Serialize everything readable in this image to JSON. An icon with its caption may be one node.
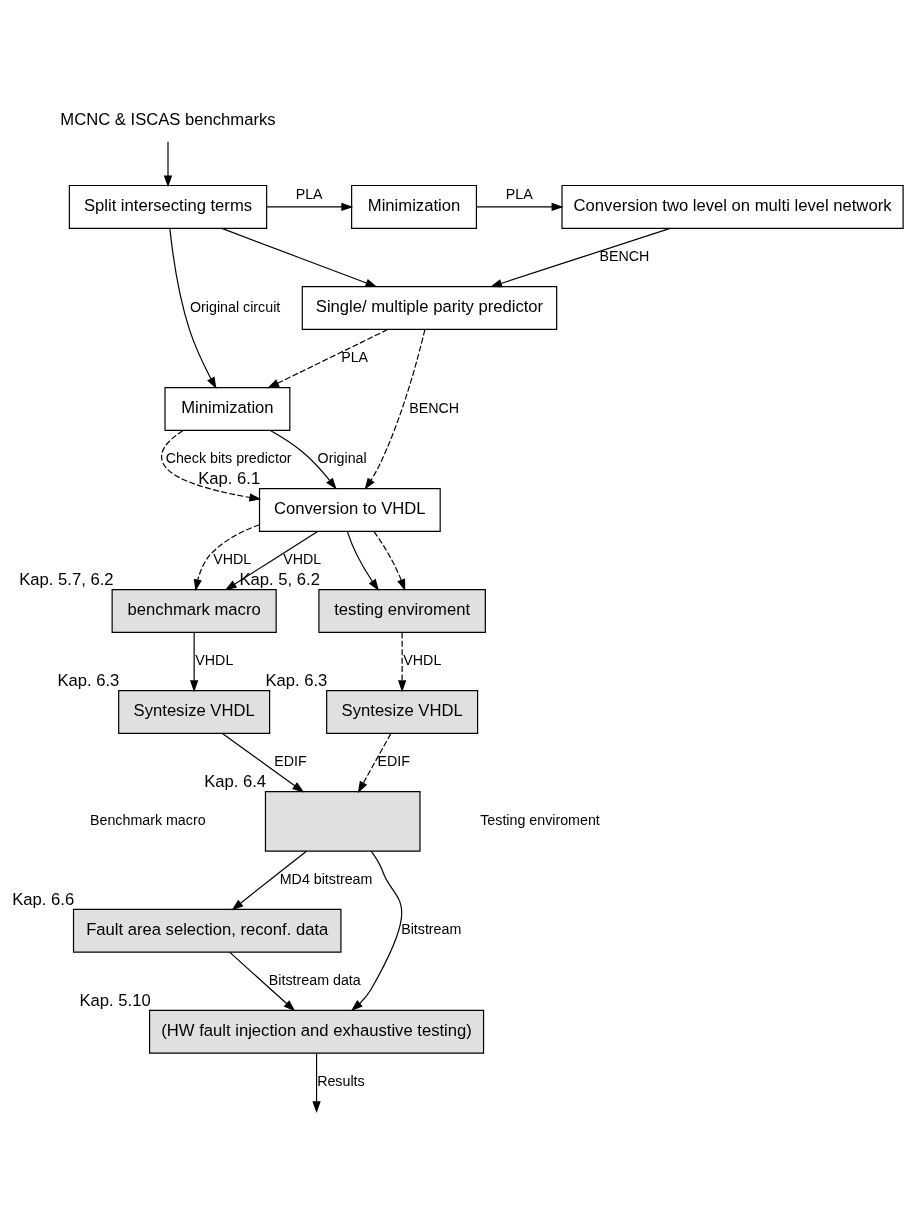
{
  "diagram": {
    "nodes": [
      {
        "text": [
          "Split intersecting terms"
        ]
      },
      {
        "text": [
          "Minimization"
        ]
      },
      {
        "text": [
          "Conversion two level on multi level network"
        ]
      },
      {
        "text": [
          "MCNC & ISCAS benchmarks"
        ]
      },
      {
        "text": [
          "Single/ multiple parity predictor"
        ]
      },
      {
        "text": [
          "Minimization"
        ]
      },
      {
        "text": [
          "Conversion to VHDL"
        ],
        "beside": [
          "Kap. 6.1"
        ]
      },
      {
        "text": [
          "benchmark macro"
        ],
        "beside": [
          "Kap. 5.7, 6.2"
        ]
      },
      {
        "text": [
          "testing enviroment"
        ],
        "beside": [
          "Kap. 5, 6.2"
        ]
      },
      {
        "text": [
          "Syntesize VHDL"
        ],
        "beside": [
          "Kap. 6.3"
        ]
      },
      {
        "text": [
          "Syntesize VHDL"
        ],
        "beside": [
          "Kap. 6.3"
        ]
      },
      {
        "text": [],
        "shape": "box",
        "beside": [
          "Kap. 6.4"
        ]
      },
      {
        "text": [
          "Fault area selection, reconf. data"
        ],
        "beside": [
          "Kap. 6.6"
        ]
      },
      {
        "text": [
          "(HW fault injection and exhaustive testing)"
        ],
        "beside": [
          "Kap. 5.10"
        ]
      }
    ],
    "edges": [
      {
        "from": 3,
        "to": 0,
        "arrow": "to"
      },
      {
        "from": 0,
        "to": 1,
        "arrow": "to",
        "label": "PLA"
      },
      {
        "from": 1,
        "to": 2,
        "arrow": "to",
        "label": "PLA"
      },
      {
        "from": 2,
        "to": 4,
        "arrow": "to",
        "label": "BENCH"
      },
      {
        "from": 0,
        "to": 4,
        "arrow": "to"
      },
      {
        "from": 0,
        "to": 5,
        "arrow": "to",
        "label": "Original circuit"
      },
      {
        "from": 4,
        "to": 5,
        "arrow": "to",
        "label": "PLA",
        "style": "dashed"
      },
      {
        "from": 4,
        "to": 6,
        "arrow": "to",
        "label": "BENCH",
        "style": "dashed"
      },
      {
        "from": 5,
        "to": 6,
        "arrow": "to",
        "label": "Original"
      },
      {
        "from": 5,
        "to": 6,
        "arrow": "to",
        "label": "Check bits predictor",
        "style": "dashed"
      },
      {
        "from": 6,
        "to": 7,
        "arrow": "to",
        "label": "VHDL"
      },
      {
        "from": 6,
        "to": 8,
        "arrow": "to"
      },
      {
        "from": 6,
        "to": 7,
        "arrow": "to",
        "label": "VHDL",
        "style": "dashed"
      },
      {
        "from": 6,
        "to": 8,
        "arrow": "to",
        "style": "dashed"
      },
      {
        "from": 7,
        "to": 9,
        "arrow": "to",
        "label": "VHDL"
      },
      {
        "from": 8,
        "to": 10,
        "arrow": "to",
        "label": "VHDL",
        "style": "dashed"
      },
      {
        "from": 9,
        "to": 11,
        "arrow": "to",
        "label": "EDIF"
      },
      {
        "from": 10,
        "to": 11,
        "arrow": "to",
        "label": "EDIF",
        "style": "dashed"
      },
      {
        "from": 11,
        "to": 13,
        "arrow": "to",
        "label": "Bitstream"
      },
      {
        "from": 11,
        "to": 12,
        "arrow": "to",
        "label": "MD4 bitstream"
      },
      {
        "from": 12,
        "to": 13,
        "arrow": "to",
        "label": "Bitstream data"
      },
      {
        "from": 13,
        "to": null,
        "arrow": "to",
        "label": "Results"
      }
    ],
    "labels": [
      "Benchmark macro",
      "Testing enviroment"
    ]
  }
}
